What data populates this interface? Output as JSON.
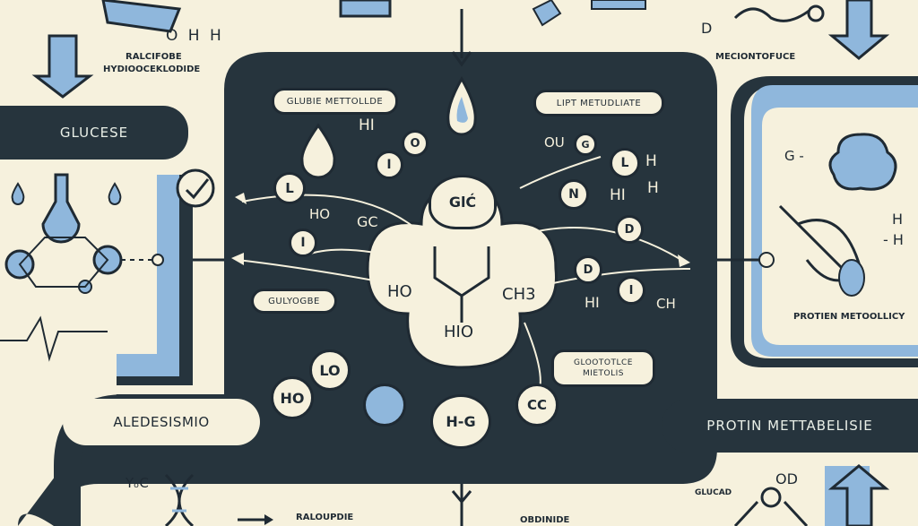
{
  "colors": {
    "dark": "#26343d",
    "cream": "#f6f1dd",
    "blue": "#8fb7dc",
    "ink": "#1f2a33"
  },
  "left": {
    "oh_label": "O H H",
    "small_label_line1": "RALCIFOBE",
    "small_label_line2": "HYDIOOCEKLODIDE",
    "glucose_box": "GLUCESE",
    "aldehyde_box": "ALEDESISMIO",
    "yc_label": "YₒC",
    "bottom_arrow_label": "RALOUPDIE"
  },
  "center": {
    "tag_left": "GLUBIE METTOLLDE",
    "tag_right": "LIPT METUDLIATE",
    "tag_lower_left": "GULYOGBE",
    "tag_lower_right_line1": "GLOOTOTLCE",
    "tag_lower_right_line2": "MIETOLIS",
    "core_center": "GlĆ",
    "core_ho": "HO",
    "core_ch3": "CH3",
    "core_hio": "HIO",
    "atom_l": "L",
    "atom_i1": "I",
    "atom_i2": "I",
    "atom_hi_top": "HI",
    "atom_o": "O",
    "atom_ho_small": "HO",
    "atom_gc": "GC",
    "atom_ou": "OU",
    "atom_g": "G",
    "atom_l2": "L",
    "atom_h_right": "H",
    "atom_n": "N",
    "atom_hi_right": "HI",
    "atom_h2": "H",
    "atom_d": "D",
    "atom_d2": "D",
    "atom_i3": "I",
    "atom_hi3": "HI",
    "atom_ch": "CH",
    "atom_lo": "LO",
    "atom_hlo": "HO",
    "atom_hg": "H-G",
    "atom_cc": "CC",
    "bottom_label": "OBDINIDE"
  },
  "right": {
    "d_label": "D",
    "top_label": "MECIONTOFUCE",
    "g_label": "G -",
    "h_label": "H",
    "h_label2": "- H",
    "protein_box_label": "PROTIEN METOOLLICY",
    "protein_pill": "PROTIN METTABELISIE",
    "glucad_label": "GLUCAD",
    "od_label": "OD"
  }
}
